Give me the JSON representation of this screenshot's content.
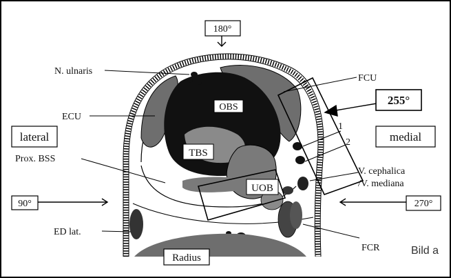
{
  "labels": {
    "angle_top": "180°",
    "angle_medial": "255°",
    "angle_left": "90°",
    "angle_right": "270°",
    "lateral": "lateral",
    "medial": "medial",
    "n_ulnaris": "N. ulnaris",
    "fcu": "FCU",
    "ecu": "ECU",
    "obs": "OBS",
    "tbs": "TBS",
    "uob": "UOB",
    "prox_bss": "Prox. BSS",
    "num_1": "1",
    "num_2": "2",
    "v_cephalica": "V. cephalica",
    "v_mediana": "/V. mediana",
    "ed_lat": "ED lat.",
    "radius": "Radius",
    "fcr": "FCR",
    "bild": "Bild a"
  },
  "colors": {
    "dark": "#111111",
    "mid_gray": "#6e6e6e",
    "light_gray": "#8a8a8a",
    "line": "#000000"
  }
}
